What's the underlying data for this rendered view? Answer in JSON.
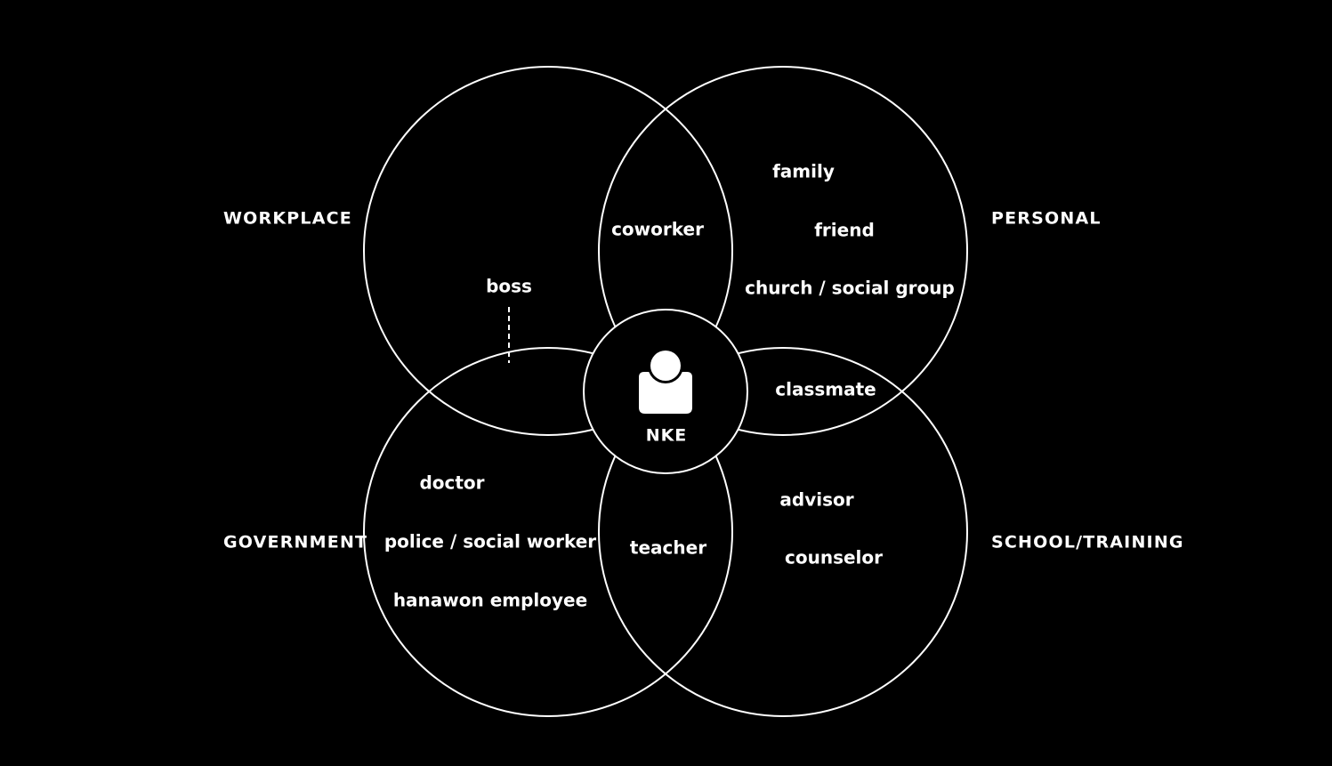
{
  "colors": {
    "background": "#000000",
    "foreground": "#ffffff"
  },
  "categories": {
    "workplace": "WORKPLACE",
    "personal": "PERSONAL",
    "government": "GOVERNMENT",
    "school_training": "SCHOOL/TRAINING"
  },
  "center": {
    "icon": "person-icon",
    "label": "NKE"
  },
  "roles": {
    "coworker": "coworker",
    "family": "family",
    "friend": "friend",
    "church_social_group": "church / social group",
    "boss": "boss",
    "classmate": "classmate",
    "doctor": "doctor",
    "police_social_worker": "police / social worker",
    "hanawon_employee": "hanawon employee",
    "teacher": "teacher",
    "advisor": "advisor",
    "counselor": "counselor"
  }
}
